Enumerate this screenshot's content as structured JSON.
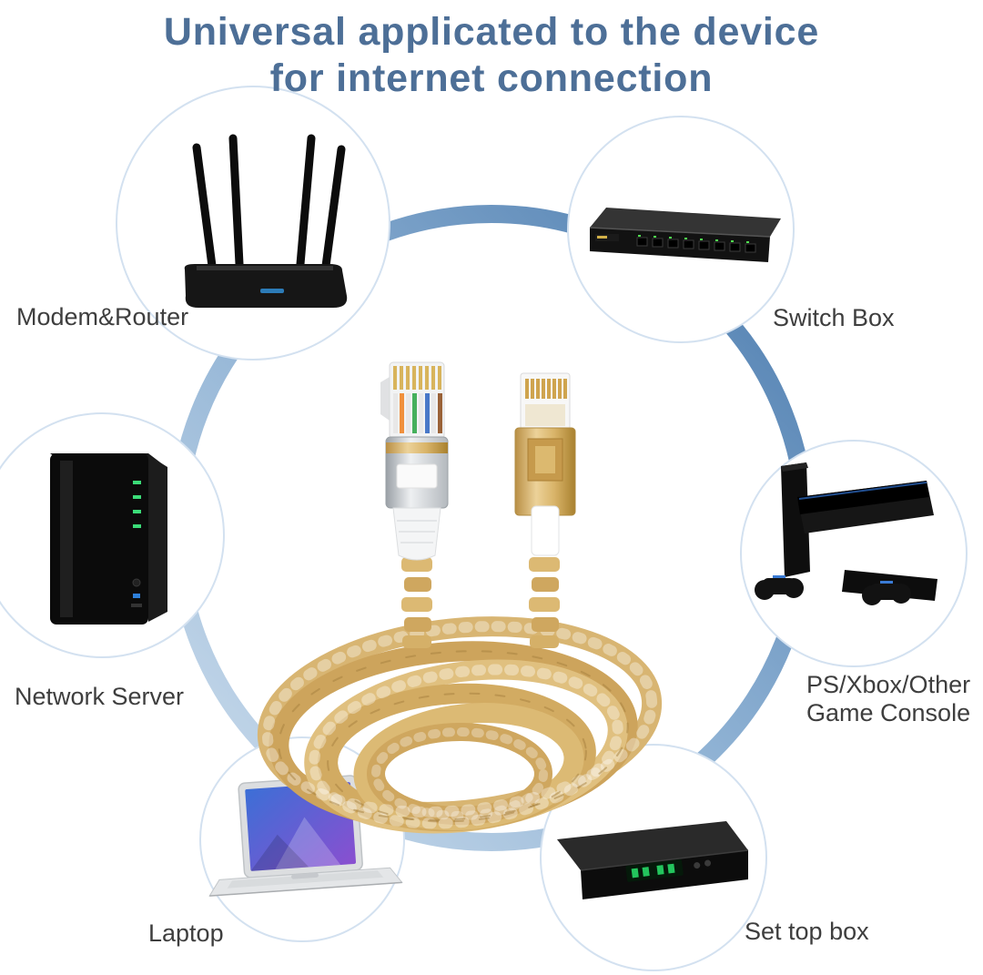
{
  "title": {
    "line1": "Universal applicated to the device",
    "line2": "for internet connection"
  },
  "labels": {
    "modem_router": "Modem&Router",
    "switch_box": "Switch Box",
    "network_server": "Network Server",
    "game_console_line1": "PS/Xbox/Other",
    "game_console_line2": "Game Console",
    "laptop": "Laptop",
    "set_top_box": "Set top box"
  },
  "icons": {
    "router": "router-icon",
    "switch": "switch-box-icon",
    "server": "network-server-icon",
    "console": "game-console-icon",
    "laptop": "laptop-icon",
    "settop": "set-top-box-icon",
    "cable": "ethernet-cable-image"
  },
  "colors": {
    "title_text": "#4d6f97",
    "label_text": "#3e3e3e",
    "ring_light": "#c9dbec",
    "ring_dark": "#4a7aad",
    "cable_gold": "#d7b36e",
    "device_circle_border": "#d3e1f0"
  }
}
